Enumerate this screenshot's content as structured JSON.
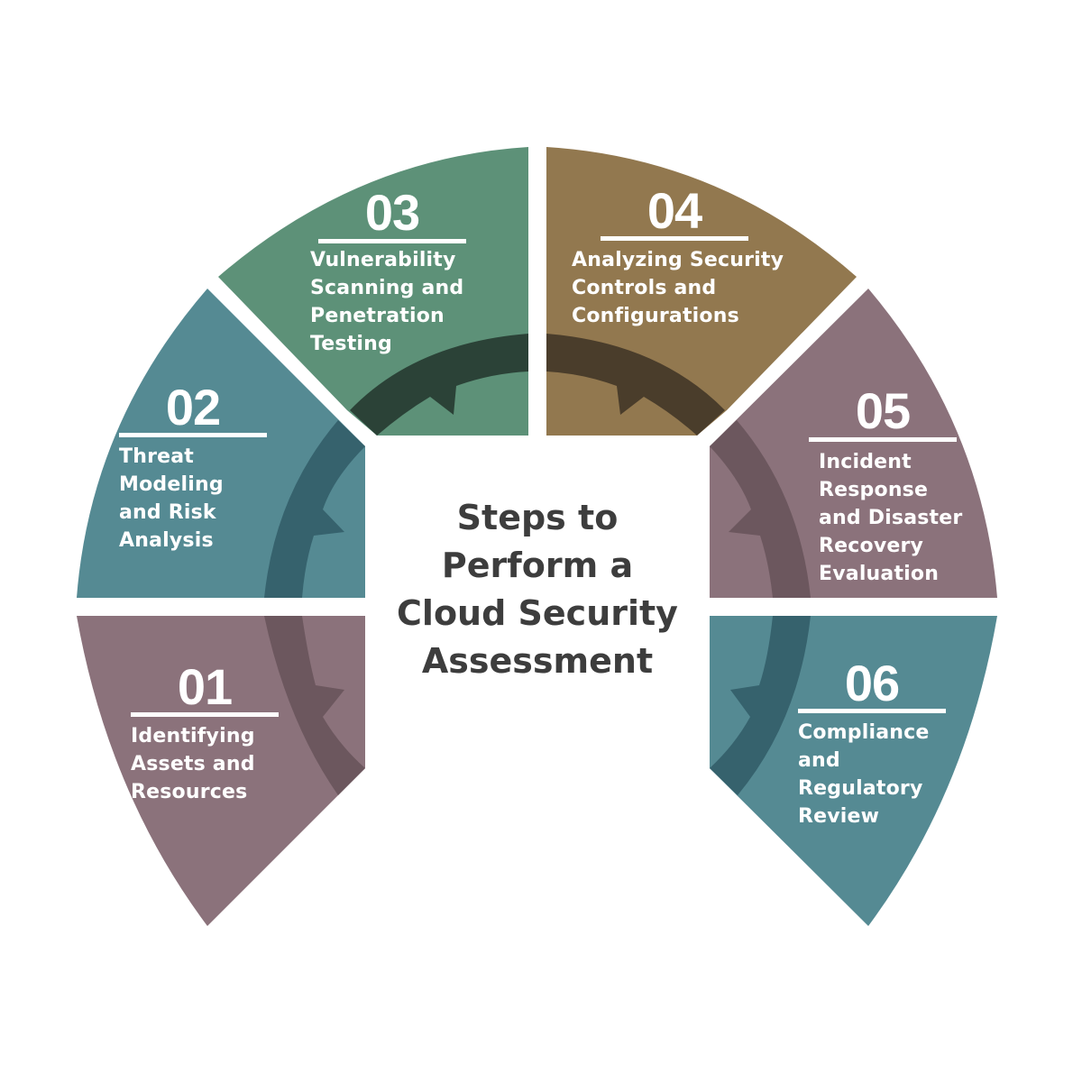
{
  "title": "Steps to\nPerform a\nCloud Security\nAssessment",
  "colors": {
    "mauve": "#8b727b",
    "mauve_dark": "#6c575e",
    "teal": "#558a93",
    "teal_dark": "#36626d",
    "green": "#5d9178",
    "green_dark": "#2b4237",
    "brown": "#92784f",
    "brown_dark": "#4a3d2b",
    "title_text": "#3d3d3d"
  },
  "steps": [
    {
      "number": "01",
      "label": "Identifying\nAssets and\nResources"
    },
    {
      "number": "02",
      "label": "Threat\nModeling\nand Risk\nAnalysis"
    },
    {
      "number": "03",
      "label": "Vulnerability\nScanning and\nPenetration\nTesting"
    },
    {
      "number": "04",
      "label": "Analyzing Security\nControls and\nConfigurations"
    },
    {
      "number": "05",
      "label": "Incident\nResponse\nand Disaster\nRecovery\nEvaluation"
    },
    {
      "number": "06",
      "label": "Compliance\nand\nRegulatory\nReview"
    }
  ]
}
